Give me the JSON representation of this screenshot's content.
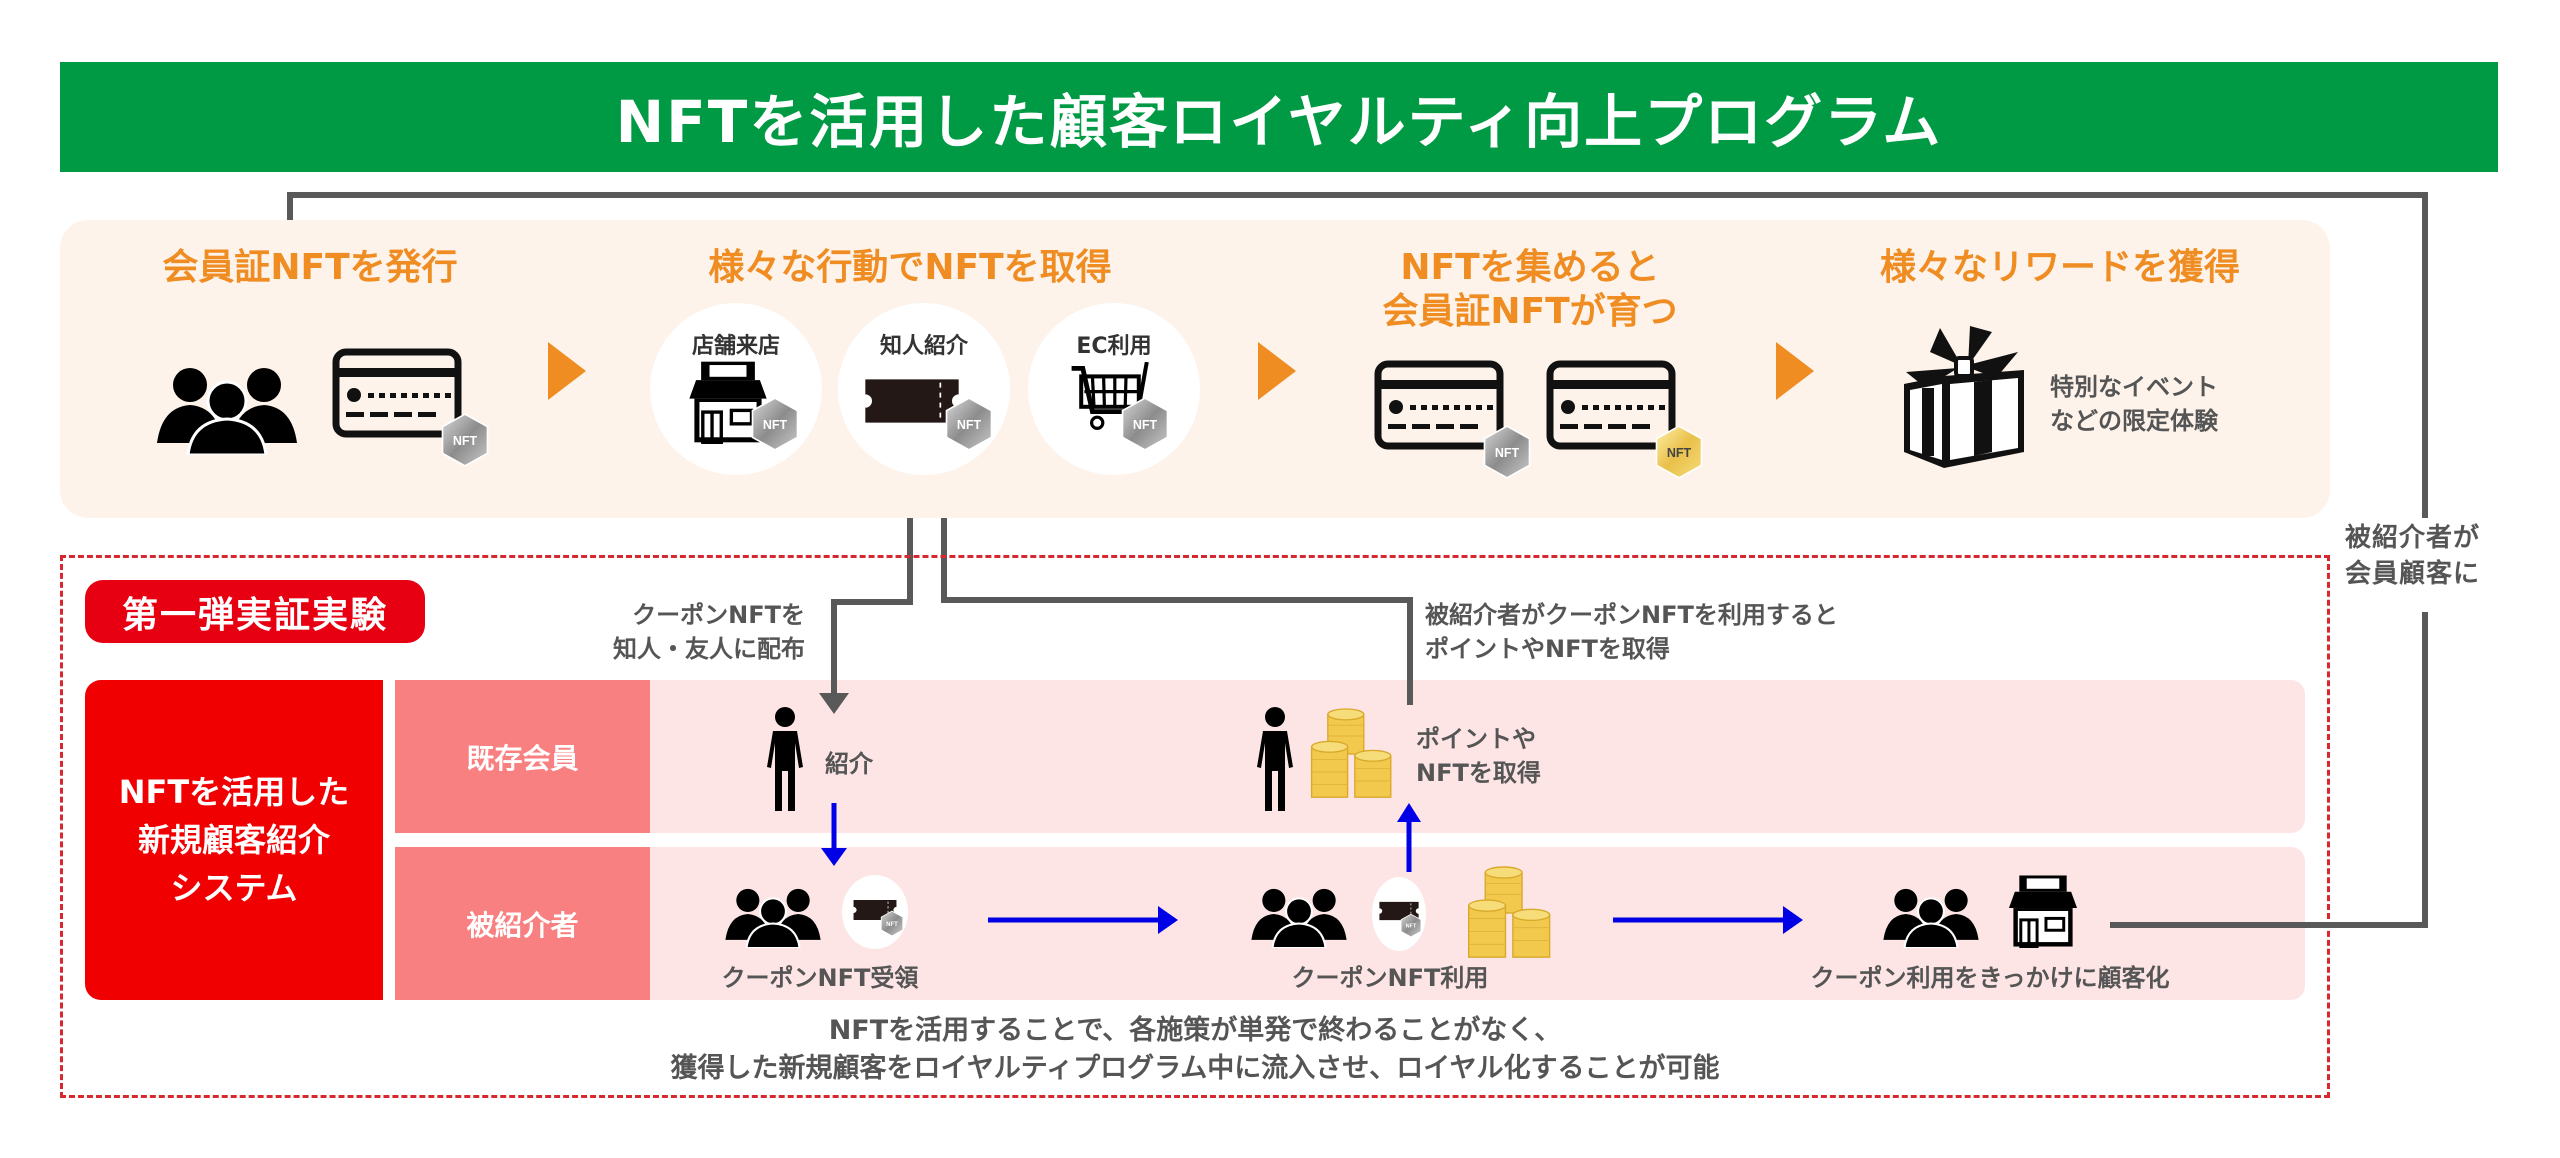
{
  "header": {
    "title": "NFTを活用した顧客ロイヤルティ向上プログラム"
  },
  "colors": {
    "header_green": "#009944",
    "accent_orange": "#ef8c22",
    "panel_bg": "#fdf3ea",
    "alert_red": "#e60012",
    "row_label": "#f98080",
    "row_bg": "#fde5e6",
    "flow_blue": "#0000e6",
    "line_gray": "#595959"
  },
  "program_steps": [
    {
      "title": "会員証NFTを発行",
      "icons": [
        "people-group",
        "member-card-silver-nft"
      ]
    },
    {
      "title": "様々な行動でNFTを取得",
      "actions": [
        {
          "label": "店舗来店",
          "icon": "shop"
        },
        {
          "label": "知人紹介",
          "icon": "ticket"
        },
        {
          "label": "EC利用",
          "icon": "cart"
        }
      ]
    },
    {
      "title_line1": "NFTを集めると",
      "title_line2": "会員証NFTが育つ",
      "icons": [
        "member-card-silver-nft",
        "member-card-gold-nft"
      ]
    },
    {
      "title": "様々なリワードを獲得",
      "reward_line1": "特別なイベント",
      "reward_line2": "などの限定体験",
      "icon": "gift"
    }
  ],
  "nft_badge_text": "NFT",
  "loop_label": {
    "line1": "被紹介者が",
    "line2": "会員顧客に"
  },
  "experiment": {
    "badge": "第一弾実証実験",
    "system_label": {
      "line1": "NFTを活用した",
      "line2": "新規顧客紹介",
      "line3": "システム"
    },
    "rows": [
      {
        "label": "既存会員"
      },
      {
        "label": "被紹介者"
      }
    ],
    "distribute_note": {
      "line1": "クーポンNFTを",
      "line2": "知人・友人に配布"
    },
    "reward_note": {
      "line1": "被紹介者がクーポンNFTを利用すると",
      "line2": "ポイントやNFTを取得"
    },
    "member_intro_label": "紹介",
    "member_reward_label": {
      "line1": "ポイントや",
      "line2": "NFTを取得"
    },
    "referee_steps": [
      {
        "label": "クーポンNFT受領"
      },
      {
        "label": "クーポンNFT利用"
      },
      {
        "label": "クーポン利用をきっかけに顧客化"
      }
    ],
    "conclusion": {
      "line1": "NFTを活用することで、各施策が単発で終わることがなく、",
      "line2": "獲得した新規顧客をロイヤルティプログラム中に流入させ、ロイヤル化することが可能"
    }
  }
}
